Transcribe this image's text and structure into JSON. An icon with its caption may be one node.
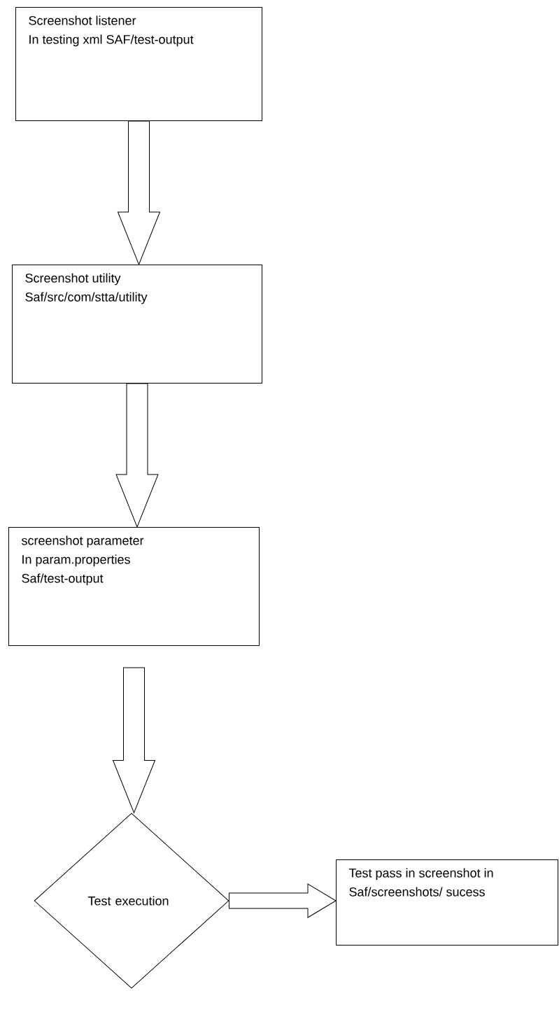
{
  "diagram": {
    "nodes": [
      {
        "text": [
          "Screenshot listener",
          "In testing xml SAF/test-output"
        ]
      },
      {
        "text": [
          "Screenshot utility",
          "Saf/src/com/stta/utility"
        ]
      },
      {
        "text": [
          "screenshot parameter",
          "In param.properties",
          "Saf/test-output"
        ]
      },
      {
        "text": [
          "Test execution"
        ]
      },
      {
        "text": [
          "Test pass in screenshot in Saf/screenshots/ sucess"
        ]
      }
    ],
    "edges": [
      {
        "from": 0,
        "to": 1,
        "arrow": "to"
      },
      {
        "from": 1,
        "to": 2,
        "arrow": "to"
      },
      {
        "from": 2,
        "to": 3,
        "arrow": "to"
      },
      {
        "from": 3,
        "to": 4,
        "arrow": "to"
      }
    ]
  }
}
